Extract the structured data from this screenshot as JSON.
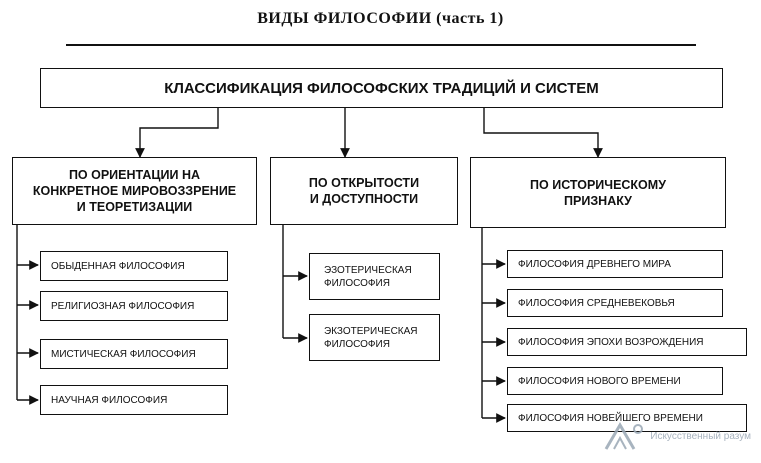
{
  "title": "ВИДЫ ФИЛОСОФИИ (часть 1)",
  "root": "КЛАССИФИКАЦИЯ ФИЛОСОФСКИХ ТРАДИЦИЙ И СИСТЕМ",
  "categories": [
    {
      "label_lines": [
        "ПО ОРИЕНТАЦИИ НА",
        "КОНКРЕТНОЕ МИРОВОЗЗРЕНИЕ",
        "И ТЕОРЕТИЗАЦИИ"
      ],
      "items": [
        "ОБЫДЕННАЯ ФИЛОСОФИЯ",
        "РЕЛИГИОЗНАЯ ФИЛОСОФИЯ",
        "МИСТИЧЕСКАЯ ФИЛОСОФИЯ",
        "НАУЧНАЯ ФИЛОСОФИЯ"
      ]
    },
    {
      "label_lines": [
        "ПО ОТКРЫТОСТИ",
        "И ДОСТУПНОСТИ"
      ],
      "items": [
        {
          "line1": "ЭЗОТЕРИЧЕСКАЯ",
          "line2": "ФИЛОСОФИЯ"
        },
        {
          "line1": "ЭКЗОТЕРИЧЕСКАЯ",
          "line2": "ФИЛОСОФИЯ"
        }
      ]
    },
    {
      "label_lines": [
        "ПО ИСТОРИЧЕСКОМУ",
        "ПРИЗНАКУ"
      ],
      "items": [
        "ФИЛОСОФИЯ ДРЕВНЕГО МИРА",
        "ФИЛОСОФИЯ СРЕДНЕВЕКОВЬЯ",
        "ФИЛОСОФИЯ ЭПОХИ ВОЗРОЖДЕНИЯ",
        "ФИЛОСОФИЯ НОВОГО ВРЕМЕНИ",
        "ФИЛОСОФИЯ НОВЕЙШЕГО ВРЕМЕНИ"
      ]
    }
  ],
  "watermark": "Искусственный разум",
  "colors": {
    "line": "#111111",
    "watermark": "#9aa7b5"
  }
}
